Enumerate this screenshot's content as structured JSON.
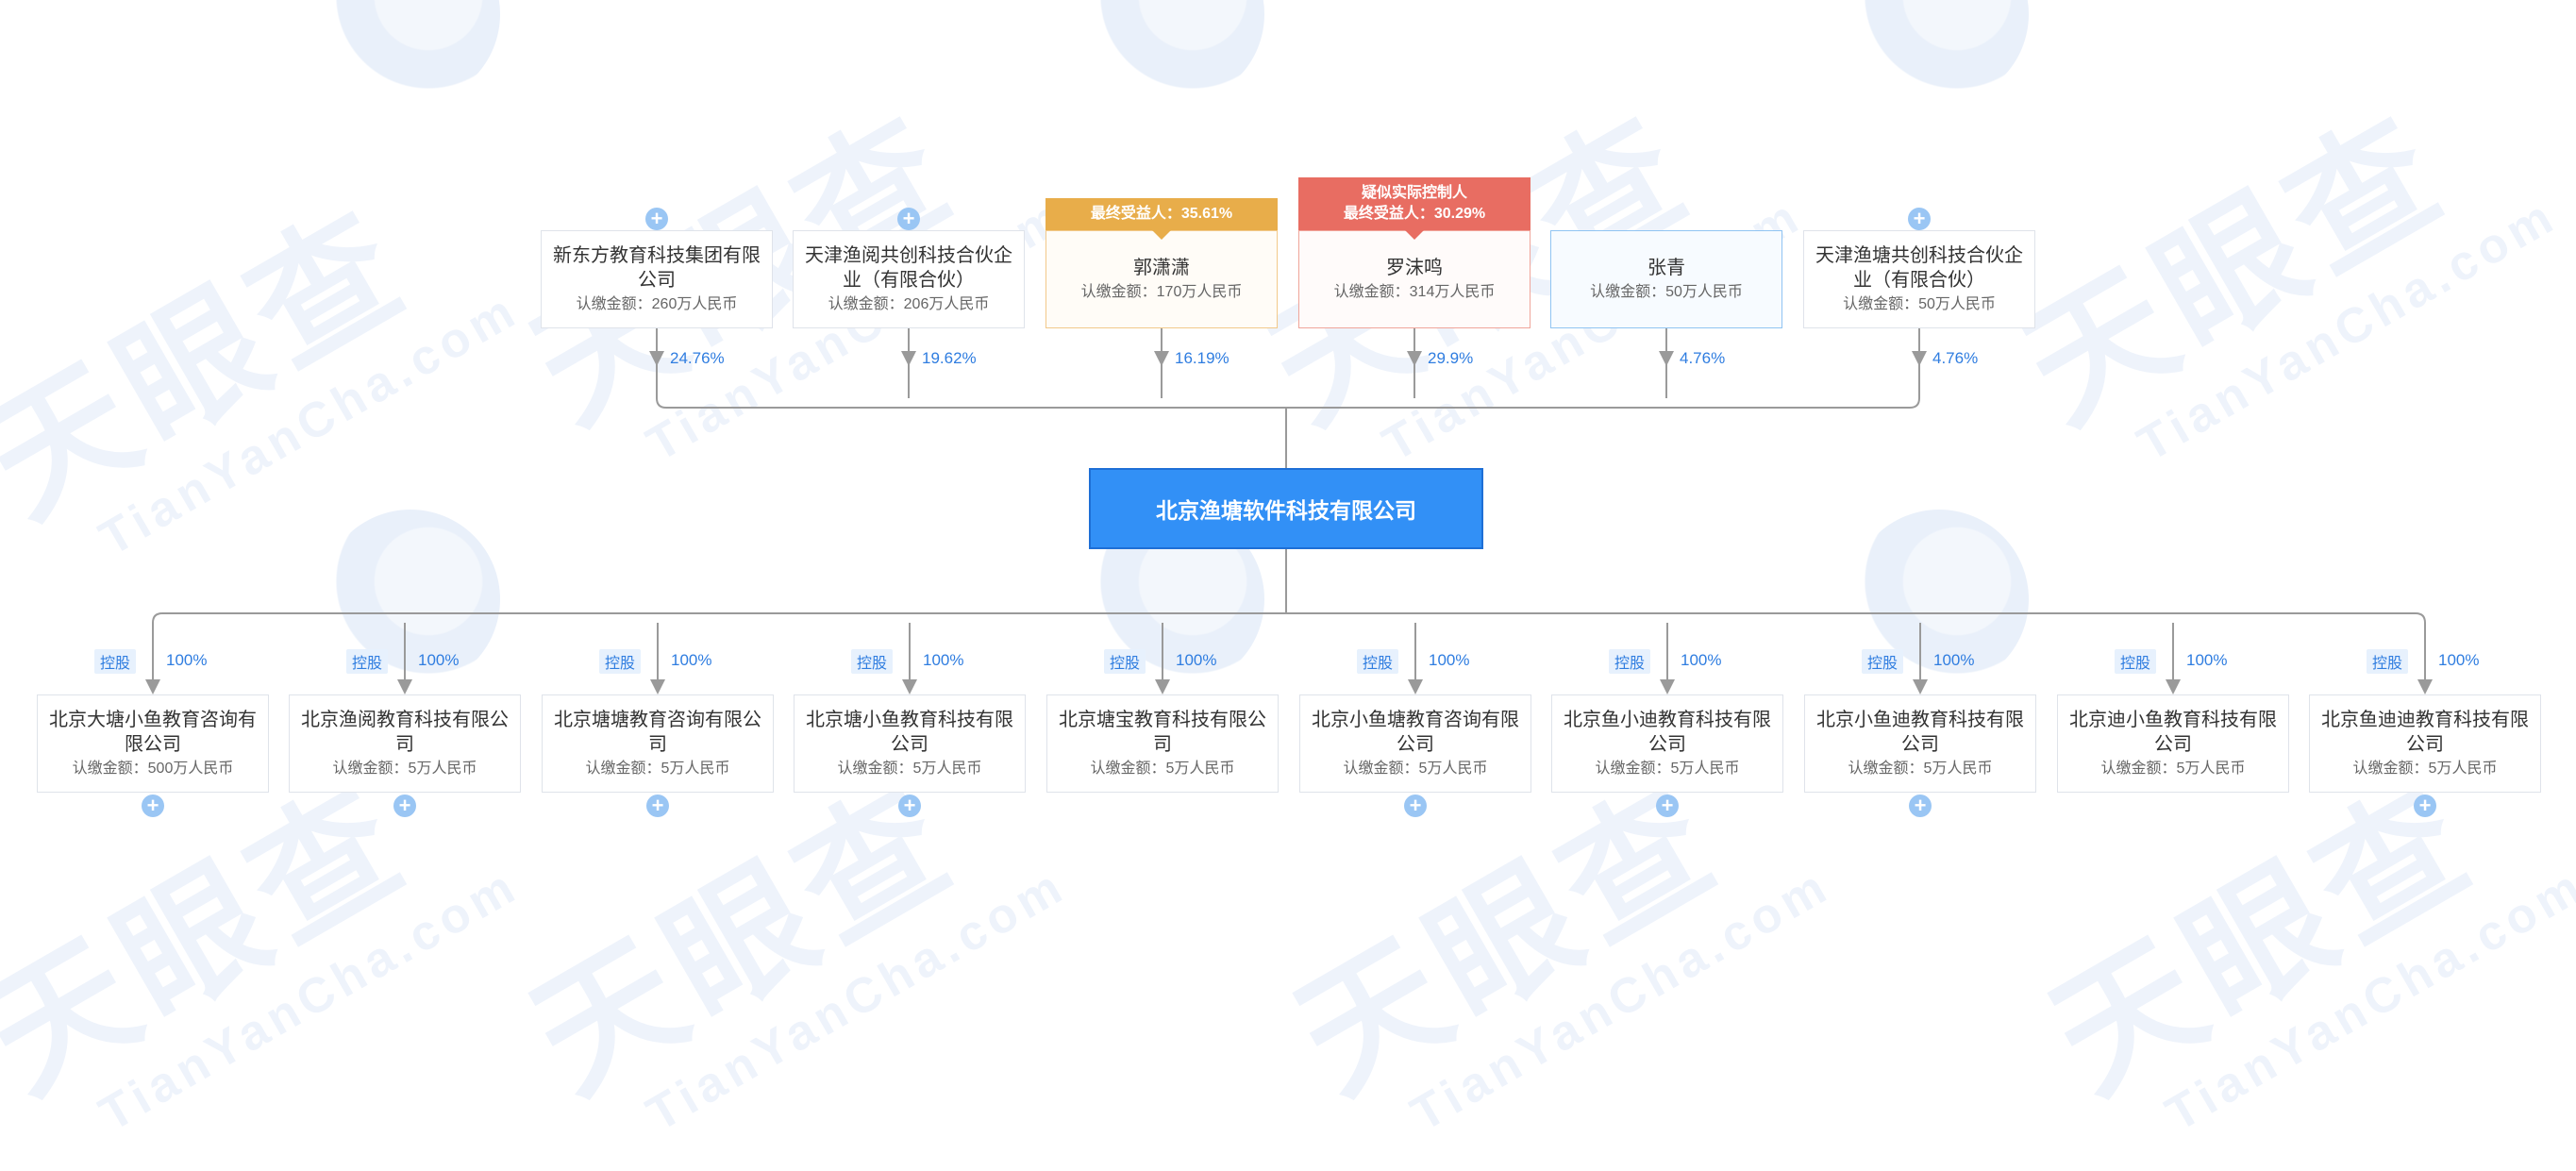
{
  "watermark": {
    "cn": "天眼查",
    "en": "TianYanCha.com"
  },
  "center": {
    "name": "北京渔塘软件科技有限公司"
  },
  "shareholders": [
    {
      "name": "新东方教育科技集团有限公司",
      "amount": "认缴金额：260万人民币",
      "percent": "24.76%",
      "style": "plain",
      "expand": "+"
    },
    {
      "name": "天津渔阅共创科技合伙企业（有限合伙）",
      "amount": "认缴金额：206万人民币",
      "percent": "19.62%",
      "style": "plain",
      "expand": "+"
    },
    {
      "name": "郭潇潇",
      "amount": "认缴金额：170万人民币",
      "percent": "16.19%",
      "style": "orange",
      "tag": [
        "最终受益人：35.61%"
      ]
    },
    {
      "name": "罗沫鸣",
      "amount": "认缴金额：314万人民币",
      "percent": "29.9%",
      "style": "red",
      "tag": [
        "疑似实际控制人",
        "最终受益人：30.29%"
      ]
    },
    {
      "name": "张青",
      "amount": "认缴金额：50万人民币",
      "percent": "4.76%",
      "style": "blue"
    },
    {
      "name": "天津渔塘共创科技合伙企业（有限合伙）",
      "amount": "认缴金额：50万人民币",
      "percent": "4.76%",
      "style": "plain",
      "expand": "+"
    }
  ],
  "investments": [
    {
      "name": "北京大塘小鱼教育咨询有限公司",
      "amount": "认缴金额：500万人民币",
      "control": "控股",
      "percent": "100%",
      "expand": "+"
    },
    {
      "name": "北京渔阅教育科技有限公司",
      "amount": "认缴金额：5万人民币",
      "control": "控股",
      "percent": "100%",
      "expand": "+"
    },
    {
      "name": "北京塘塘教育咨询有限公司",
      "amount": "认缴金额：5万人民币",
      "control": "控股",
      "percent": "100%",
      "expand": "+"
    },
    {
      "name": "北京塘小鱼教育科技有限公司",
      "amount": "认缴金额：5万人民币",
      "control": "控股",
      "percent": "100%",
      "expand": "+"
    },
    {
      "name": "北京塘宝教育科技有限公司",
      "amount": "认缴金额：5万人民币",
      "control": "控股",
      "percent": "100%"
    },
    {
      "name": "北京小鱼塘教育咨询有限公司",
      "amount": "认缴金额：5万人民币",
      "control": "控股",
      "percent": "100%",
      "expand": "+"
    },
    {
      "name": "北京鱼小迪教育科技有限公司",
      "amount": "认缴金额：5万人民币",
      "control": "控股",
      "percent": "100%",
      "expand": "+"
    },
    {
      "name": "北京小鱼迪教育科技有限公司",
      "amount": "认缴金额：5万人民币",
      "control": "控股",
      "percent": "100%",
      "expand": "+"
    },
    {
      "name": "北京迪小鱼教育科技有限公司",
      "amount": "认缴金额：5万人民币",
      "control": "控股",
      "percent": "100%"
    },
    {
      "name": "北京鱼迪迪教育科技有限公司",
      "amount": "认缴金额：5万人民币",
      "control": "控股",
      "percent": "100%",
      "expand": "+"
    }
  ],
  "colors": {
    "line": "#9a9a9a",
    "accent": "#3290f6",
    "orange": "#e8ad4a",
    "red": "#e86d62"
  }
}
